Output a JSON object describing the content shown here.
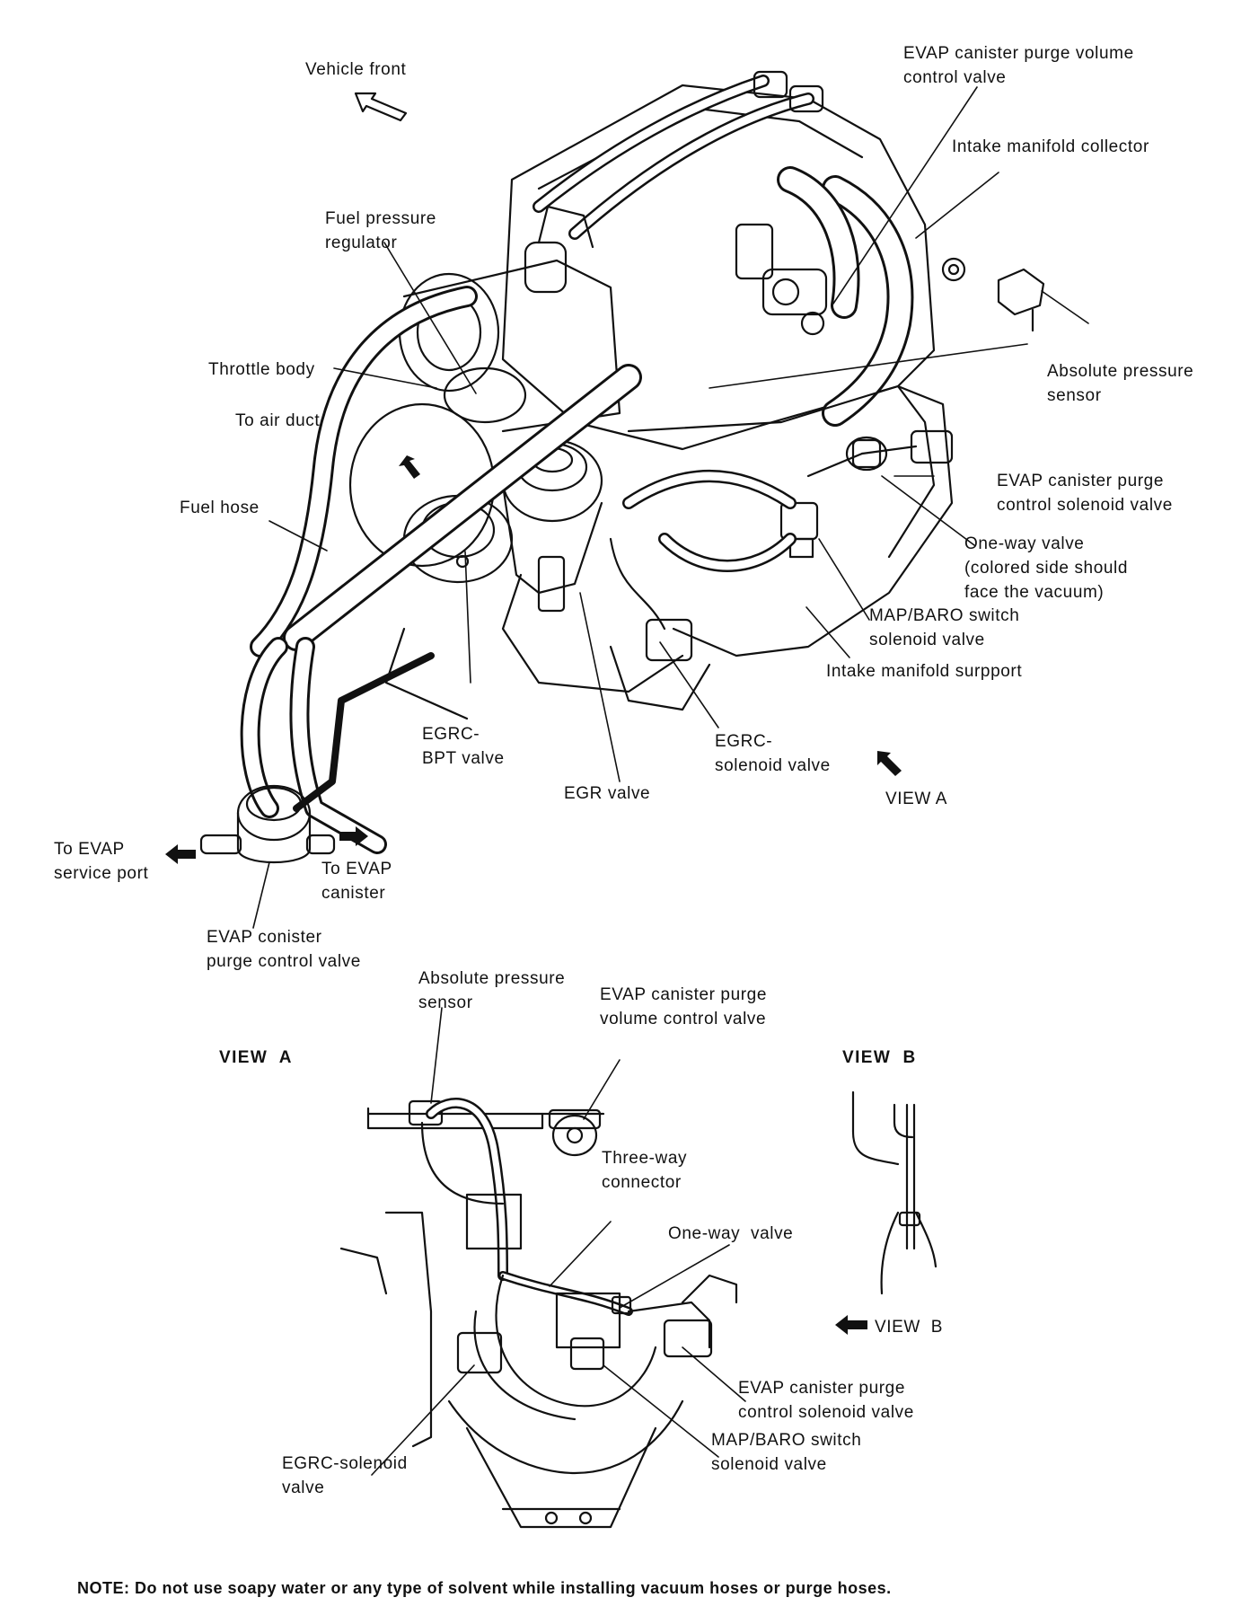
{
  "labels": {
    "vehicle_front": "Vehicle front",
    "evap_purge_volume_top": "EVAP canister purge volume\ncontrol valve",
    "intake_collector": "Intake manifold collector",
    "fuel_pressure_regulator": "Fuel pressure\nregulator",
    "abs_pressure_top": "Absolute pressure\nsensor",
    "throttle_body": "Throttle body",
    "to_air_duct": "To air duct",
    "evap_purge_solenoid_top": "EVAP canister purge\ncontrol solenoid valve",
    "fuel_hose": "Fuel hose",
    "one_way_top": "One-way valve\n(colored side should\nface the vacuum)",
    "map_baro_top": "MAP/BARO switch\nsolenoid valve",
    "intake_support": "Intake manifold surpport",
    "egrc_bpt": "EGRC-\nBPT valve",
    "egrc_solenoid_top": "EGRC-\nsolenoid valve",
    "view_a_arrow": "VIEW A",
    "egr_valve": "EGR valve",
    "to_evap_service": "To EVAP\nservice port",
    "to_evap_canister": "To EVAP\ncanister",
    "evap_purge_control": "EVAP conister\npurge control valve",
    "abs_pressure_bottom": "Absolute pressure\nsensor",
    "evap_purge_volume_bottom": "EVAP canister purge\nvolume control valve",
    "view_a_heading": "VIEW  A",
    "view_b_heading": "VIEW  B",
    "three_way": "Three-way\nconnector",
    "one_way_bottom": "One-way  valve",
    "view_b_arrow": "VIEW  B",
    "evap_purge_solenoid_bottom": "EVAP canister purge\ncontrol solenoid valve",
    "map_baro_bottom": "MAP/BARO switch\nsolenoid valve",
    "egrc_solenoid_bottom": "EGRC-solenoid\nvalve"
  },
  "note": "NOTE: Do not use soapy water or any type of solvent while installing vacuum hoses or purge hoses.",
  "colors": {
    "ink": "#111111",
    "paper": "#ffffff"
  }
}
